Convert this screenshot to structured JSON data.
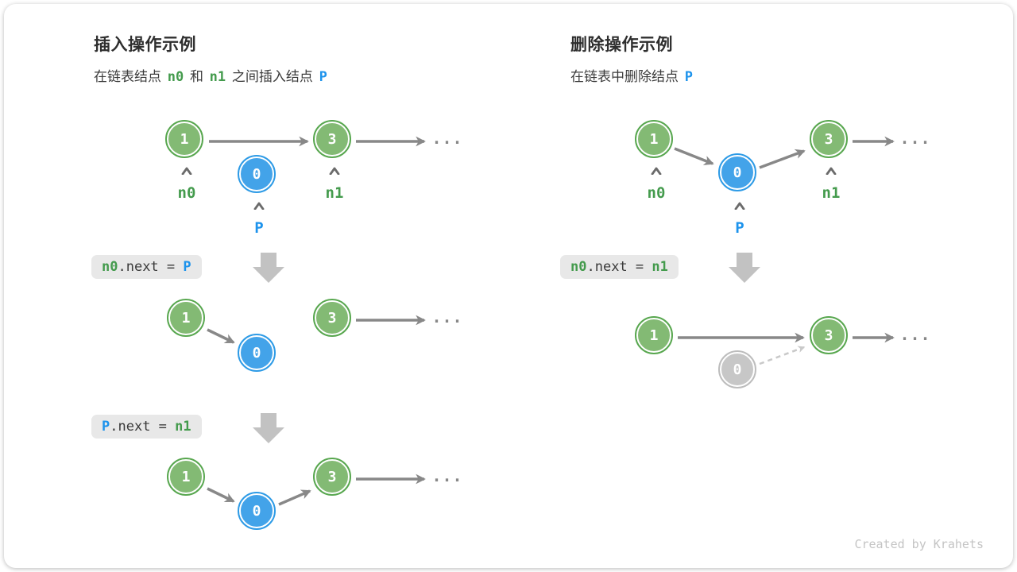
{
  "colors": {
    "green_node": "#83ba74",
    "green_ring": "#58a74f",
    "blue_node": "#43a3e9",
    "blue_ring": "#2e9be6",
    "gray_node": "#c7c7c7",
    "gray_ring": "#bdbdbd",
    "green_text": "#449b4d",
    "blue_text": "#1d93ec",
    "arrow": "#888888",
    "arrow_light": "#c9c9c9",
    "block_arrow": "#c2c2c2",
    "caret": "#6b6b6b",
    "code_bg": "#e8e8e8"
  },
  "nodes": {
    "a": "1",
    "p": "0",
    "b": "3"
  },
  "pointers": {
    "n0": "n0",
    "n1": "n1",
    "p": "P"
  },
  "ellipsis": "...",
  "insert": {
    "title": "插入操作示例",
    "subtitle": [
      {
        "text": "在链表结点 ",
        "style": "plain"
      },
      {
        "text": "n0",
        "style": "green"
      },
      {
        "text": " 和 ",
        "style": "plain"
      },
      {
        "text": "n1",
        "style": "green"
      },
      {
        "text": " 之间插入结点 ",
        "style": "plain"
      },
      {
        "text": "P",
        "style": "blue"
      }
    ],
    "code_step1": [
      {
        "text": "n0",
        "style": "green"
      },
      {
        "text": ".next = ",
        "style": "code"
      },
      {
        "text": "P",
        "style": "blue"
      }
    ],
    "code_step2": [
      {
        "text": "P",
        "style": "blue"
      },
      {
        "text": ".next = ",
        "style": "code"
      },
      {
        "text": "n1",
        "style": "green"
      }
    ]
  },
  "delete": {
    "title": "删除操作示例",
    "subtitle": [
      {
        "text": "在链表中删除结点 ",
        "style": "plain"
      },
      {
        "text": "P",
        "style": "blue"
      }
    ],
    "code_step1": [
      {
        "text": "n0",
        "style": "green"
      },
      {
        "text": ".next = ",
        "style": "code"
      },
      {
        "text": "n1",
        "style": "green"
      }
    ]
  },
  "watermark": "Created by Krahets"
}
